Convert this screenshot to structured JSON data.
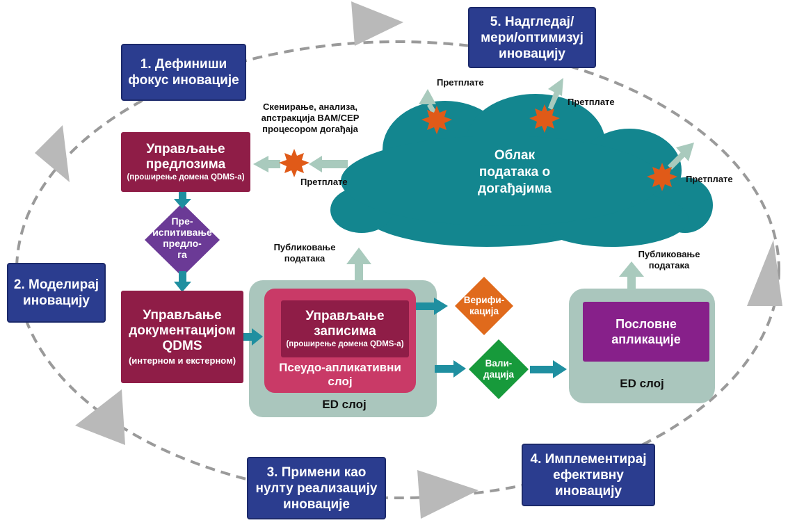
{
  "colors": {
    "step_fill": "#2b3d8f",
    "process_fill": "#8f1d47",
    "cloud_fill": "#13868f",
    "ed_layer_fill": "#aac6bd",
    "pseudo_layer_fill": "#c93a67",
    "verification_fill": "#e06a1c",
    "validation_fill": "#179a3b",
    "review_fill": "#6b3a96",
    "business_apps_fill": "#87208a",
    "flow_arrow": "#1f8fa0",
    "subscription_star": "#e05a18",
    "cycle_line": "#9a9a9a"
  },
  "steps": [
    {
      "id": "step1",
      "lines": [
        "1. Дефиниши",
        "фокус иновације"
      ]
    },
    {
      "id": "step2",
      "lines": [
        "2. Моделирај",
        "иновацију"
      ]
    },
    {
      "id": "step3",
      "lines": [
        "3. Примени као",
        "нулту  реализацију",
        "иновације"
      ]
    },
    {
      "id": "step4",
      "lines": [
        "4. Имплементирај",
        "ефективну",
        "иновацију"
      ]
    },
    {
      "id": "step5",
      "lines": [
        "5. Надгледај/",
        "мери/оптимизуј",
        "иновацију"
      ]
    }
  ],
  "proposals": {
    "title_lines": [
      "Управљање",
      "предлозима"
    ],
    "subtitle": "(проширење домена QDMS-а)"
  },
  "review": {
    "lines": [
      "Пре-",
      "испитивање",
      "предло-",
      "га"
    ]
  },
  "documents": {
    "title_lines": [
      "Управљање",
      "документацијом",
      "QDMS"
    ],
    "subtitle": "(интерном и екстерном)"
  },
  "records": {
    "title_lines": [
      "Управљање",
      "записима"
    ],
    "subtitle": "(проширење домена QDMS-а)"
  },
  "pseudo_layer": {
    "lines": [
      "Псеудо-апликативни",
      "слој"
    ]
  },
  "ed_layer_left": "ED слој",
  "ed_layer_right": "ED слој",
  "business_apps": {
    "lines": [
      "Пословне",
      "апликације"
    ]
  },
  "verification": {
    "lines": [
      "Верифи-",
      "кација"
    ]
  },
  "validation": {
    "lines": [
      "Вали-",
      "дација"
    ]
  },
  "cloud": {
    "lines": [
      "Облак",
      "података о",
      "догађајима"
    ]
  },
  "scanning": {
    "lines": [
      "Скенирање, анализа,",
      "апстракција BAM/CEP",
      "процесором догађаја"
    ]
  },
  "subscriptions": [
    "Претплате",
    "Претплате",
    "Претплате",
    "Претплате"
  ],
  "publish_left": {
    "lines": [
      "Публиковање",
      "података"
    ]
  },
  "publish_right": {
    "lines": [
      "Публиковање",
      "података"
    ]
  }
}
